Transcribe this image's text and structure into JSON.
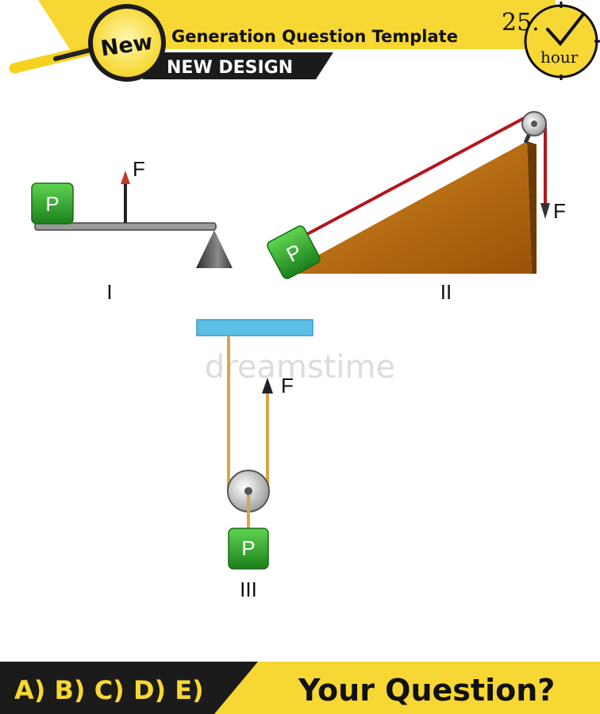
{
  "header": {
    "badge": "New",
    "title": "Generation Question Template",
    "subtitle": "NEW DESIGN",
    "clock_number": "25.",
    "clock_unit": "hour"
  },
  "diagrams": {
    "fig1": {
      "block_label": "P",
      "force_label": "F",
      "roman": "I"
    },
    "fig2": {
      "block_label": "P",
      "force_label": "F",
      "roman": "II"
    },
    "fig3": {
      "block_label": "P",
      "force_label": "F",
      "roman": "III"
    }
  },
  "watermark": "dreamstime",
  "footer": {
    "answers": "A) B) C) D) E)",
    "question": "Your Question?"
  },
  "colors": {
    "accent_yellow": "#f7d733",
    "block_green": "#2e9e2a",
    "incline_brown": "#b0650f",
    "rope_red": "#b3161e",
    "ceiling_blue": "#5bbfe6"
  }
}
